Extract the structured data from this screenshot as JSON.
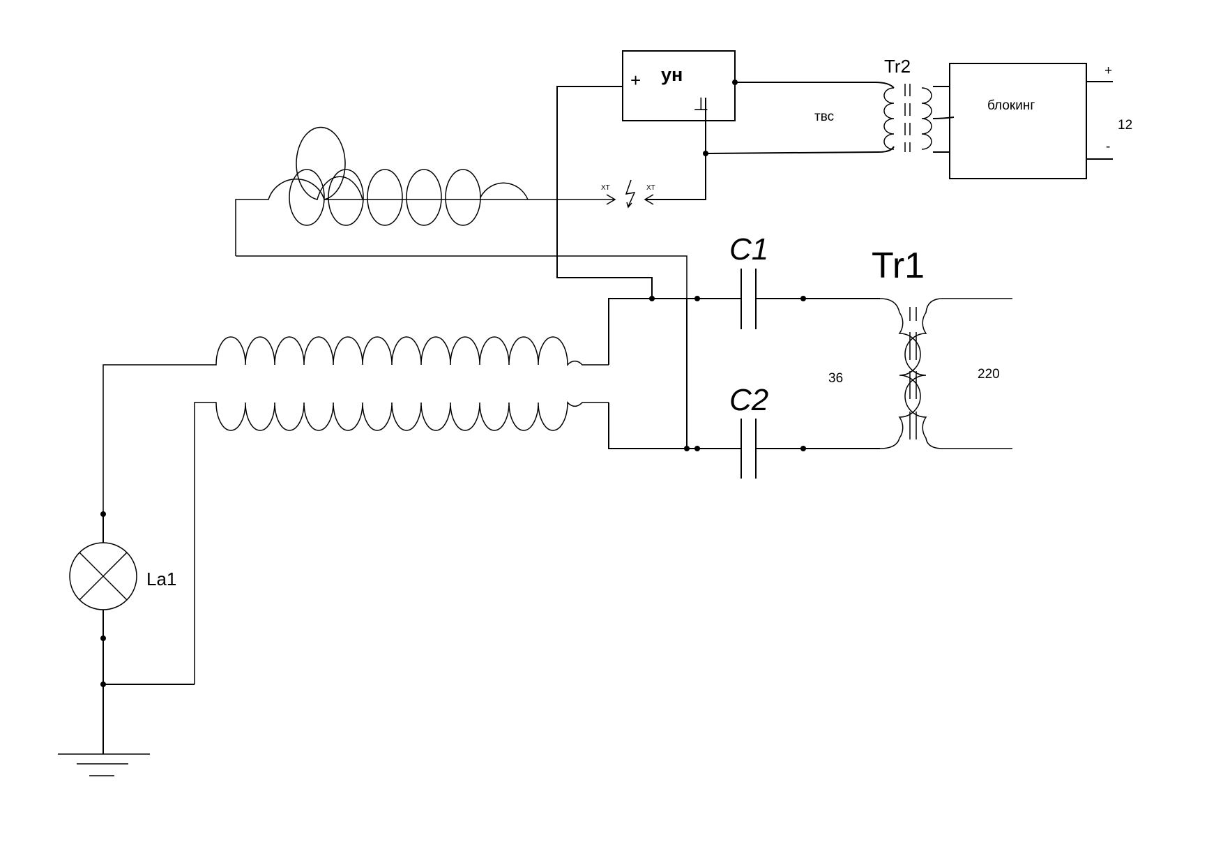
{
  "labels": {
    "un": "ун",
    "un_plus": "+",
    "un_ground": "⊥",
    "tr2": "Tr2",
    "tvs": "твс",
    "blocking": "блокинг",
    "supply_plus": "+",
    "supply_voltage": "12",
    "supply_minus": "-",
    "xt_left": "XT",
    "xt_right": "XT",
    "c1": "C1",
    "c2": "C2",
    "tr1": "Tr1",
    "primary_voltage": "36",
    "secondary_voltage": "220",
    "lamp": "La1"
  },
  "colors": {
    "ink": "#000000",
    "background": "#ffffff"
  }
}
